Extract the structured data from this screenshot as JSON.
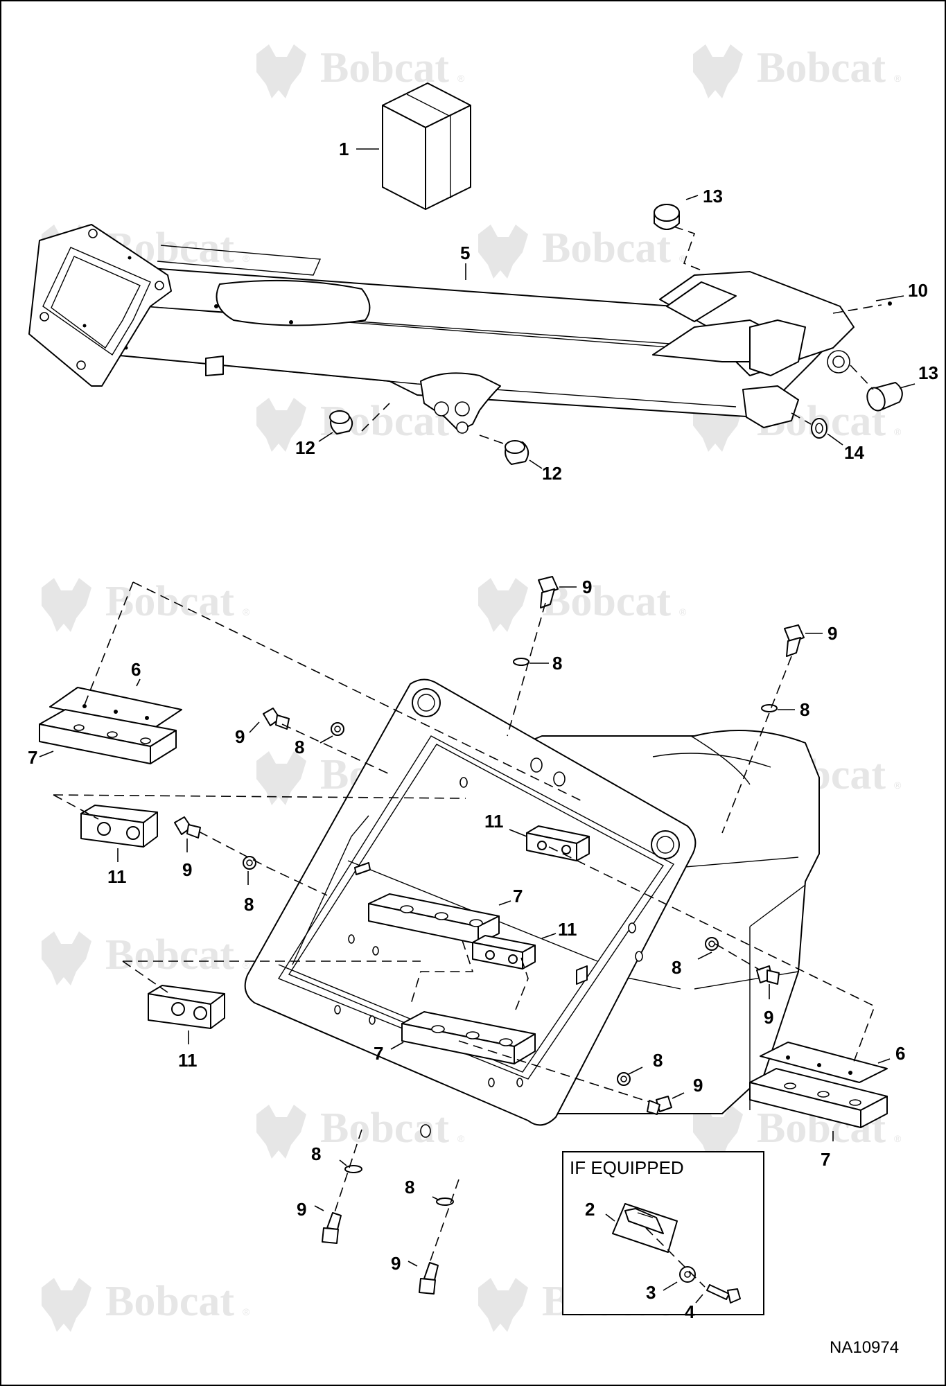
{
  "watermark": {
    "brand": "Bobcat",
    "mark": "®"
  },
  "callouts": {
    "c1": "1",
    "c2": "2",
    "c3": "3",
    "c4": "4",
    "c5": "5",
    "c6": "6",
    "c7": "7",
    "c8": "8",
    "c9": "9",
    "c10": "10",
    "c11": "11",
    "c12": "12",
    "c13": "13",
    "c14": "14"
  },
  "inset": {
    "title": "IF EQUIPPED"
  },
  "drawing_ref": "NA10974"
}
